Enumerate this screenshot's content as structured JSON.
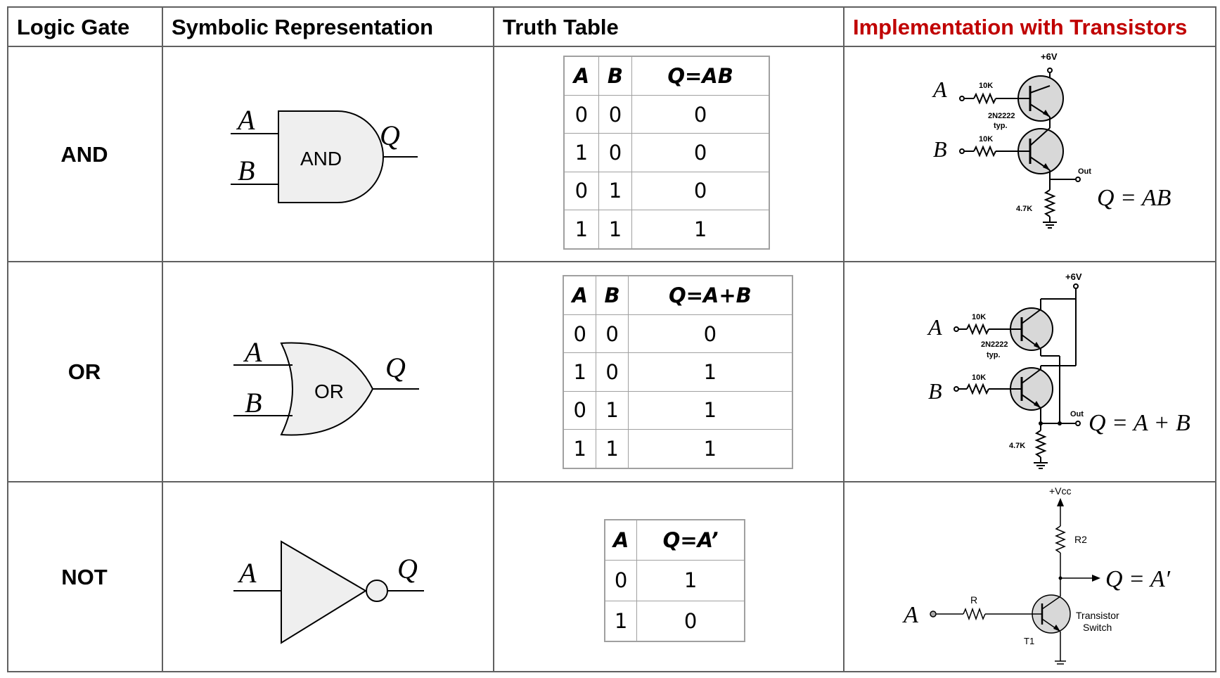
{
  "headers": {
    "logic_gate": "Logic Gate",
    "symbolic": "Symbolic Representation",
    "truth_table": "Truth Table",
    "implementation": "Implementation with Transistors"
  },
  "colors": {
    "implementation_header": "#c00000",
    "grid": "#606060",
    "gate_fill": "#efefef",
    "transistor_fill": "#d8d8d8"
  },
  "rows": [
    {
      "gate": "AND",
      "symbol": {
        "in_a": "A",
        "in_b": "B",
        "out": "Q",
        "label": "AND"
      },
      "truth": {
        "headers": [
          "A",
          "B",
          "Q=AB"
        ],
        "rows": [
          [
            "0",
            "0",
            "0"
          ],
          [
            "1",
            "0",
            "0"
          ],
          [
            "0",
            "1",
            "0"
          ],
          [
            "1",
            "1",
            "1"
          ]
        ]
      },
      "circuit": {
        "supply": "+6V",
        "in_a": "A",
        "in_b": "B",
        "r_a": "10K",
        "r_b": "10K",
        "part": "2N2222",
        "typ": "typ.",
        "out_label": "Out",
        "r_load": "4.7K",
        "expression": "Q = AB"
      }
    },
    {
      "gate": "OR",
      "symbol": {
        "in_a": "A",
        "in_b": "B",
        "out": "Q",
        "label": "OR"
      },
      "truth": {
        "headers": [
          "A",
          "B",
          "Q=A+B"
        ],
        "rows": [
          [
            "0",
            "0",
            "0"
          ],
          [
            "1",
            "0",
            "1"
          ],
          [
            "0",
            "1",
            "1"
          ],
          [
            "1",
            "1",
            "1"
          ]
        ]
      },
      "circuit": {
        "supply": "+6V",
        "in_a": "A",
        "in_b": "B",
        "r_a": "10K",
        "r_b": "10K",
        "part": "2N2222",
        "typ": "typ.",
        "out_label": "Out",
        "r_load": "4.7K",
        "expression": "Q = A + B"
      }
    },
    {
      "gate": "NOT",
      "symbol": {
        "in_a": "A",
        "out": "Q"
      },
      "truth": {
        "headers": [
          "A",
          "Q=A’"
        ],
        "rows": [
          [
            "0",
            "1"
          ],
          [
            "1",
            "0"
          ]
        ]
      },
      "circuit": {
        "supply": "+Vcc",
        "in_a": "A",
        "r_base": "R",
        "r_collector": "R2",
        "transistor": "T1",
        "switch_1": "Transistor",
        "switch_2": "Switch",
        "expression": "Q = A′"
      }
    }
  ]
}
